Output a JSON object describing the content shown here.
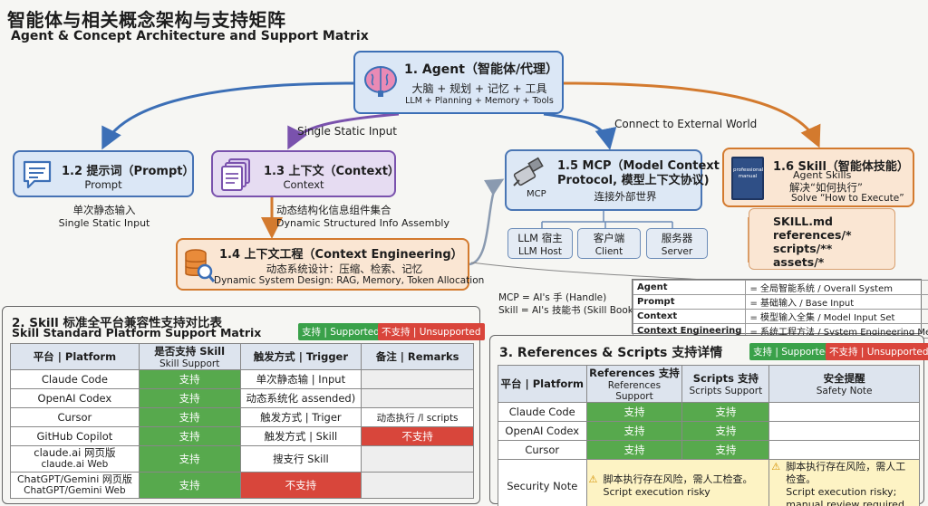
{
  "header": {
    "title_zh": "智能体与相关概念架构与支持矩阵",
    "title_en": "Agent & Concept Architecture and Support Matrix"
  },
  "agent": {
    "title": "1. Agent（智能体/代理）",
    "line1": "大脑 + 规划 + 记忆 + 工具",
    "line2": "LLM + Planning + Memory + Tools"
  },
  "edge_labels": {
    "single_static": "Single Static Input",
    "connect_external": "Connect to External World"
  },
  "prompt": {
    "title": "1.2 提示词（Prompt）",
    "subtitle": "Prompt",
    "caption_zh": "单次静态输入",
    "caption_en": "Single Static Input"
  },
  "context": {
    "title": "1.3 上下文（Context）",
    "subtitle": "Context",
    "caption_zh": "动态结构化信息组件集合",
    "caption_en": "Dynamic Structured Info Assembly"
  },
  "context_engineering": {
    "title": "1.4 上下文工程（Context Engineering）",
    "line1": "动态系统设计：压缩、检索、记忆",
    "line2": "Dynamic System Design: RAG, Memory, Token Allocation"
  },
  "mcp": {
    "title_l1": "1.5 MCP（Model Context",
    "title_l2": "Protocol, 模型上下文协议)",
    "subtitle": "连接外部世界",
    "icon_label": "MCP",
    "roles": [
      {
        "zh": "LLM 宿主",
        "en": "LLM Host"
      },
      {
        "zh": "客户端",
        "en": "Client"
      },
      {
        "zh": "服务器",
        "en": "Server"
      }
    ],
    "note_l1": "MCP = AI's 手 (Handle)",
    "note_l2": "Skill = AI's 技能书 (Skill Book)"
  },
  "skill": {
    "title": "1.6 Skill（智能体技能）",
    "line1": "Agent Skills",
    "line2": "解决“如何执行”",
    "line3": "Solve “How to Execute”",
    "book_label": "professional manual",
    "files": [
      "SKILL.md",
      "references/*",
      "scripts/**",
      "assets/*"
    ]
  },
  "legend": [
    {
      "key": "Agent",
      "value": "= 全局智能系统 / Overall System"
    },
    {
      "key": "Prompt",
      "value": "= 基础输入 / Base Input"
    },
    {
      "key": "Context",
      "value": "= 模型输入全集 / Model Input Set"
    },
    {
      "key": "Context Engineering",
      "value": "= 系统工程方法 / System Engineering Method"
    }
  ],
  "support_matrix": {
    "title_zh": "2. Skill 标准全平台兼容性支持对比表",
    "title_en": "Skill Standard Platform Support Matrix",
    "tag_yes": "支持 | Supported",
    "tag_no": "不支持 | Unsupported",
    "headers": [
      {
        "main": "平台 | Platform",
        "sub": ""
      },
      {
        "main": "是否支持 Skill",
        "sub": "Skill Support"
      },
      {
        "main": "触发方式 | Trigger",
        "sub": ""
      },
      {
        "main": "备注 | Remarks",
        "sub": ""
      }
    ],
    "rows": [
      {
        "platform": "Claude Code",
        "platform_sub": "",
        "support": "支持",
        "supported": true,
        "trigger": "单次静态输 | Input",
        "trigger_bad": false,
        "remarks": "",
        "remarks_bad": false
      },
      {
        "platform": "OpenAI Codex",
        "platform_sub": "",
        "support": "支持",
        "supported": true,
        "trigger": "动态系统化 assended)",
        "trigger_bad": false,
        "remarks": "",
        "remarks_bad": false
      },
      {
        "platform": "Cursor",
        "platform_sub": "",
        "support": "支持",
        "supported": true,
        "trigger": "触发方式 | Triger",
        "trigger_bad": false,
        "remarks": "动态执行 /l scripts",
        "remarks_bad": false
      },
      {
        "platform": "GitHub Copilot",
        "platform_sub": "",
        "support": "支持",
        "supported": true,
        "trigger": "触发方式 | Skill",
        "trigger_bad": false,
        "remarks": "不支持",
        "remarks_bad": true
      },
      {
        "platform": "claude.ai 网页版",
        "platform_sub": "claude.ai Web",
        "support": "支持",
        "supported": true,
        "trigger": "搜支行 Skill",
        "trigger_bad": false,
        "remarks": "",
        "remarks_bad": false
      },
      {
        "platform": "ChatGPT/Gemini 网页版",
        "platform_sub": "ChatGPT/Gemini Web",
        "support": "支持",
        "supported": true,
        "trigger": "不支持",
        "trigger_bad": true,
        "remarks": "",
        "remarks_bad": false
      }
    ]
  },
  "ref_scripts": {
    "title": "3. References & Scripts 支持详情",
    "tag_yes": "支持 | Supported",
    "tag_no": "不支持 | Unsupported",
    "headers": [
      {
        "main": "平台 | Platform",
        "sub": ""
      },
      {
        "main": "References 支持",
        "sub": "References Support"
      },
      {
        "main": "Scripts 支持",
        "sub": "Scripts Support"
      },
      {
        "main": "安全提醒",
        "sub": "Safety Note"
      }
    ],
    "rows": [
      {
        "platform": "Claude Code",
        "ref": "支持",
        "scr": "支持"
      },
      {
        "platform": "OpenAI Codex",
        "ref": "支持",
        "scr": "支持"
      },
      {
        "platform": "Cursor",
        "ref": "支持",
        "scr": "支持"
      }
    ],
    "security": {
      "label": "Security Note",
      "note1_zh": "脚本执行存在风险，需人工检查。",
      "note1_en": "Script execution risky",
      "note2_zh": "脚本执行存在风险，需人工检查。",
      "note2_en": "Script execution risky; manual review required."
    }
  },
  "colors": {
    "agent_blue": "#3c6fb6",
    "context_purple": "#7a52ad",
    "engineering_orange": "#d37a2e",
    "supported_green": "#57a94d",
    "unsupported_red": "#d8463b"
  }
}
